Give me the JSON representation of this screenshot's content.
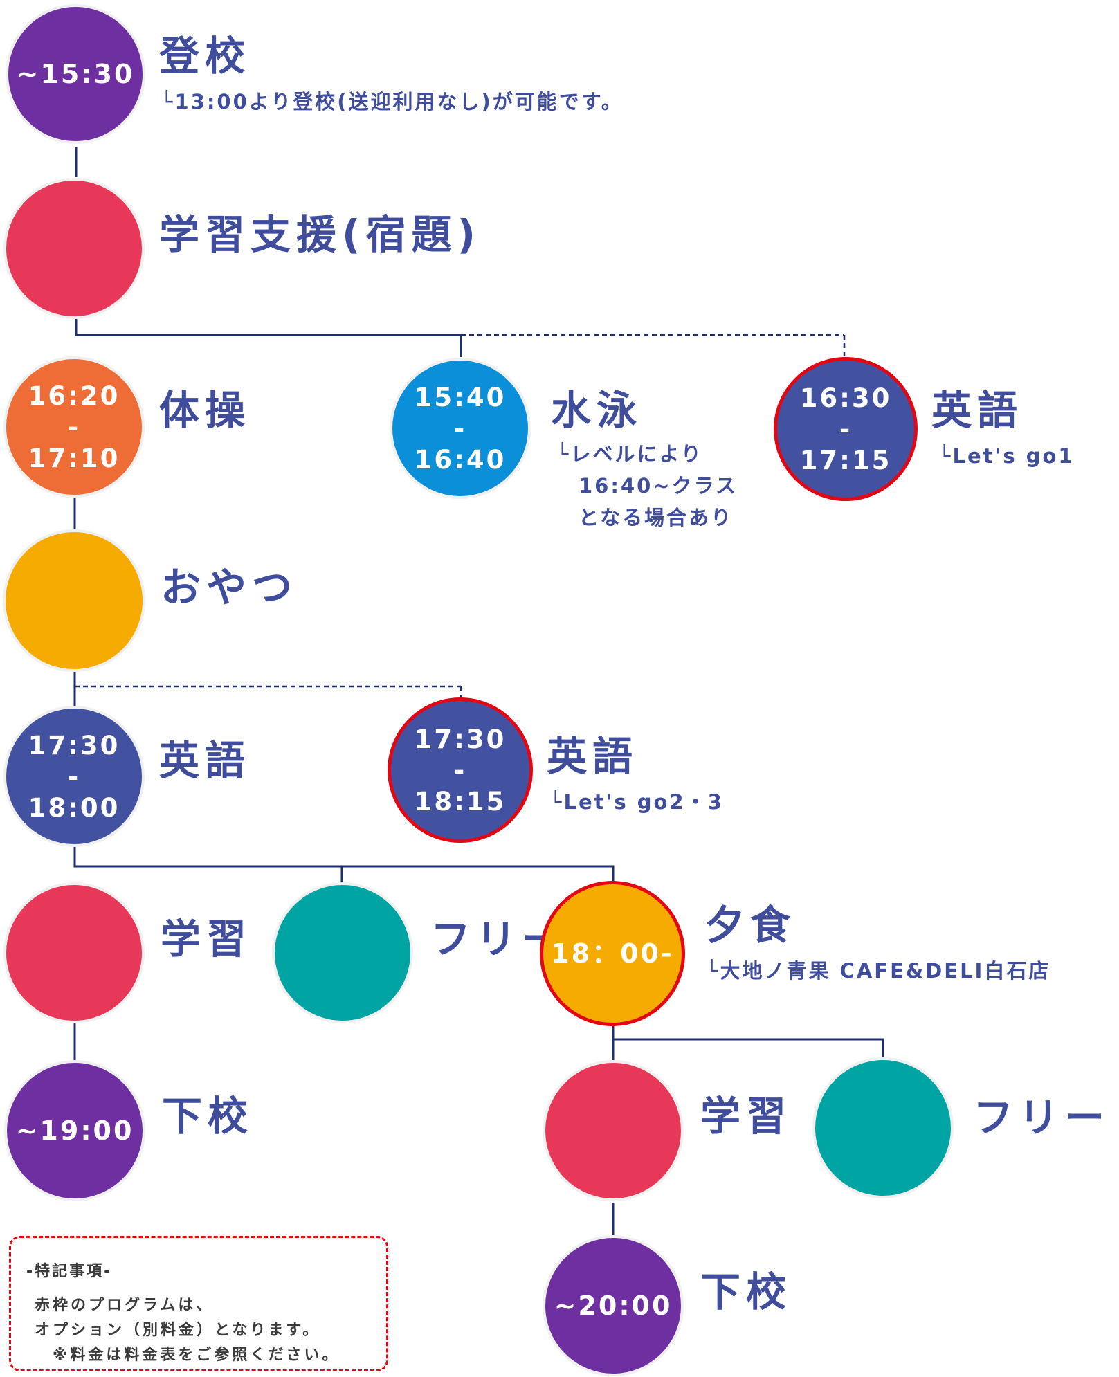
{
  "colors": {
    "purple": "#6e30a0",
    "red": "#e8385a",
    "orange": "#ee6c35",
    "blue": "#0c8fd9",
    "navy": "#4252a0",
    "yellow": "#f6ab00",
    "teal": "#00a5a3",
    "option_border": "#e30613",
    "line": "#1f2f6b",
    "text": "#3f4d9c"
  },
  "nodes": {
    "arrival": {
      "time": "~15:30",
      "label": "登校",
      "sub": "└13:00より登校(送迎利用なし)が可能です。"
    },
    "study_support": {
      "label": "学習支援(宿題)"
    },
    "gymnastics": {
      "time": "16:20\n-\n17:10",
      "label": "体操"
    },
    "swimming": {
      "time": "15:40\n-\n16:40",
      "label": "水泳",
      "sub": "└レベルにより\n　16:40~クラス\n　となる場合あり"
    },
    "english_opt1": {
      "time": "16:30\n-\n17:15",
      "label": "英語",
      "sub": "└Let's go1"
    },
    "snack": {
      "label": "おやつ"
    },
    "english": {
      "time": "17:30\n-\n18:00",
      "label": "英語"
    },
    "english_opt2": {
      "time": "17:30\n-\n18:15",
      "label": "英語",
      "sub": "└Let's go2・3"
    },
    "study1": {
      "label": "学習"
    },
    "free1": {
      "label": "フリー"
    },
    "dinner": {
      "time": "18：00-",
      "label": "夕食",
      "sub": "└大地ノ青果 CAFE&DELI白石店"
    },
    "departure1": {
      "time": "~19:00",
      "label": "下校"
    },
    "study2": {
      "label": "学習"
    },
    "free2": {
      "label": "フリー"
    },
    "departure2": {
      "time": "~20:00",
      "label": "下校"
    }
  },
  "note": {
    "title": "-特記事項-",
    "body": "赤枠のプログラムは、\nオプション（別料金）となります。\n　※料金は料金表をご参照ください。"
  }
}
